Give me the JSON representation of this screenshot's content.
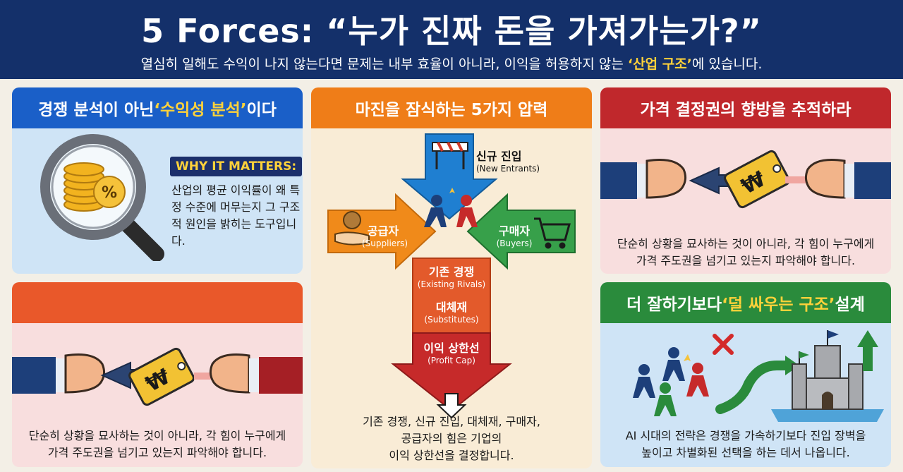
{
  "header": {
    "title": "5 Forces: “누가 진짜 돈을 가져가는가?”",
    "subtitle_pre": "열심히 일해도 수익이 나지 않는다면 문제는 내부 효율이 아니라, 이익을 허용하지 않는 ",
    "subtitle_hl": "‘산업 구조’",
    "subtitle_post": "에 있습니다."
  },
  "card_profit": {
    "title_pre": "경쟁 분석이 아닌 ",
    "title_hl": "‘수익성 분석’",
    "title_post": "이다",
    "why_label": "WHY IT MATTERS:",
    "why_text": "산업의 평균 이익률이 왜 특정 수준에 머무는지 그 구조적 원인을 밝히는 도구입니다.",
    "icon": "magnifier-coins-percent-icon"
  },
  "card_left_bottom": {
    "caption_line1": "단순히 상황을 묘사하는 것이 아니라, 각 힘이 누구에게",
    "caption_line2": "가격 주도권을 넘기고 있는지 파악해야 합니다.",
    "currency": "₩"
  },
  "card_center": {
    "title": "마진을 잠식하는 5가지 압력",
    "new_entrants_ko": "신규 진입",
    "new_entrants_en": "(New Entrants)",
    "suppliers_ko": "공급자",
    "suppliers_en": "(Suppliers)",
    "buyers_ko": "구매자",
    "buyers_en": "(Buyers)",
    "rivals_ko": "기존 경쟁",
    "rivals_en": "(Existing Rivals)",
    "substitutes_ko": "대체재",
    "substitutes_en": "(Substitutes)",
    "cap_ko": "이익 상한선",
    "cap_en": "(Profit Cap)",
    "caption_line1": "기존 경쟁, 신규 진입, 대체재, 구매자,",
    "caption_line2": "공급자의 힘은 기업의",
    "caption_line3": "이익 상한선을 결정합니다."
  },
  "card_price": {
    "title": "가격 결정권의 향방을 추적하라",
    "caption_line1": "단순히 상황을 묘사하는 것이 아니라, 각 힘이 누구에게",
    "caption_line2": "가격 주도권을 넘기고 있는지 파악해야 합니다.",
    "currency": "₩"
  },
  "card_structure": {
    "title_pre": "더 잘하기보다 ",
    "title_hl": "‘덜 싸우는 구조’",
    "title_post": " 설계",
    "caption_line1": "AI 시대의 전략은 경쟁을 가속하기보다 진입 장벽을",
    "caption_line2": "높이고 차별화된 선택을 하는 데서 나옵니다."
  },
  "colors": {
    "navy": "#14306a",
    "accent_yellow": "#ffd23a",
    "blue": "#1a5fc8",
    "red": "#c0282c",
    "green": "#2a8b3c",
    "orange": "#ef7d18"
  }
}
